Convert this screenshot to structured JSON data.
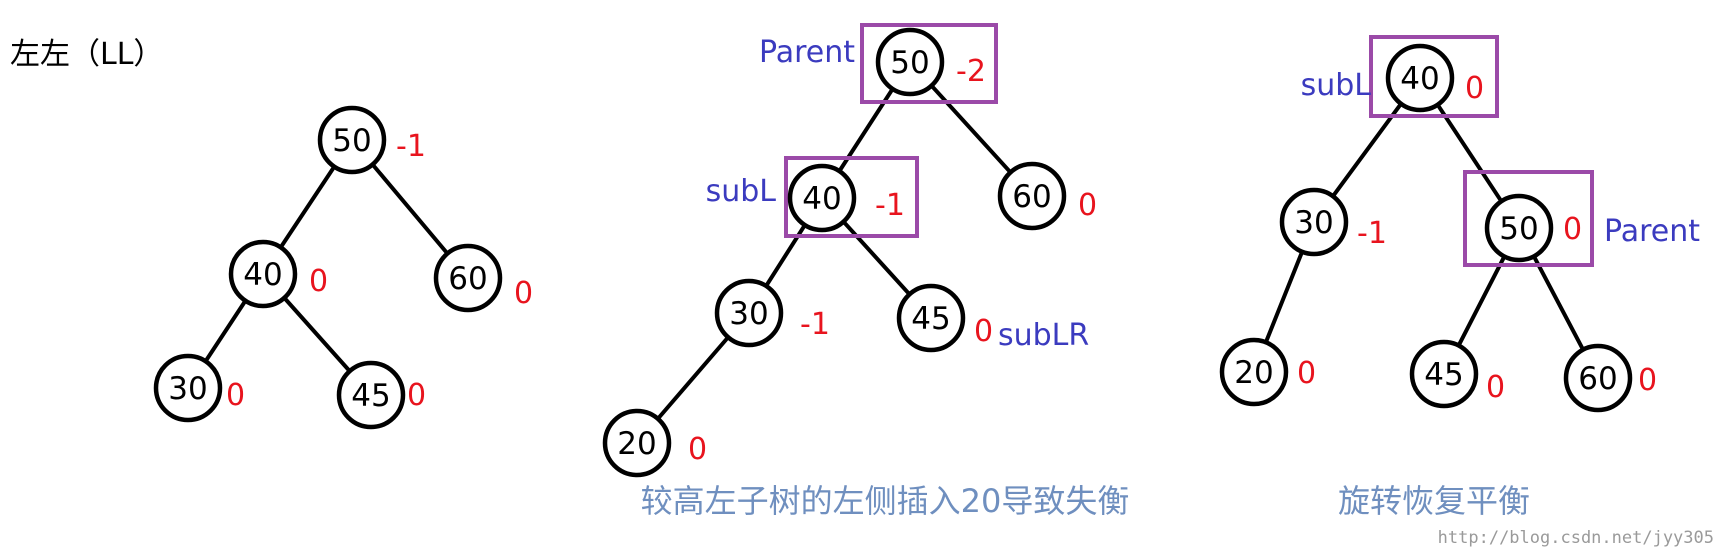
{
  "title": "左左（LL）",
  "colors": {
    "balance_factor": "#e8141e",
    "pointer_tag": "#3b3bbf",
    "highlight_box": "#9b4aa8",
    "caption": "#6f8fbf",
    "watermark": "#9a9a9a"
  },
  "panels": [
    {
      "id": "before",
      "nodes": [
        {
          "id": "n50",
          "value": "50",
          "bf": "-1"
        },
        {
          "id": "n40",
          "value": "40",
          "bf": "0"
        },
        {
          "id": "n60",
          "value": "60",
          "bf": "0"
        },
        {
          "id": "n30",
          "value": "30",
          "bf": "0"
        },
        {
          "id": "n45",
          "value": "45",
          "bf": "0"
        }
      ],
      "edges": [
        [
          "n50",
          "n40"
        ],
        [
          "n50",
          "n60"
        ],
        [
          "n40",
          "n30"
        ],
        [
          "n40",
          "n45"
        ]
      ],
      "tags": []
    },
    {
      "id": "unbalanced",
      "caption": "较高左子树的左侧插入20导致失衡",
      "nodes": [
        {
          "id": "n50",
          "value": "50",
          "bf": "-2"
        },
        {
          "id": "n40",
          "value": "40",
          "bf": "-1"
        },
        {
          "id": "n60",
          "value": "60",
          "bf": "0"
        },
        {
          "id": "n30",
          "value": "30",
          "bf": "-1"
        },
        {
          "id": "n45",
          "value": "45",
          "bf": "0"
        },
        {
          "id": "n20",
          "value": "20",
          "bf": "0"
        }
      ],
      "edges": [
        [
          "n50",
          "n40"
        ],
        [
          "n50",
          "n60"
        ],
        [
          "n40",
          "n30"
        ],
        [
          "n40",
          "n45"
        ],
        [
          "n30",
          "n20"
        ]
      ],
      "tags": [
        {
          "id": "parent",
          "text": "Parent",
          "boxed_node": "n50"
        },
        {
          "id": "subl",
          "text": "subL",
          "boxed_node": "n40"
        },
        {
          "id": "sublr",
          "text": "subLR",
          "boxed_node": ""
        }
      ]
    },
    {
      "id": "rotated",
      "caption": "旋转恢复平衡",
      "nodes": [
        {
          "id": "n40",
          "value": "40",
          "bf": "0"
        },
        {
          "id": "n30",
          "value": "30",
          "bf": "-1"
        },
        {
          "id": "n50",
          "value": "50",
          "bf": "0"
        },
        {
          "id": "n20",
          "value": "20",
          "bf": "0"
        },
        {
          "id": "n45",
          "value": "45",
          "bf": "0"
        },
        {
          "id": "n60",
          "value": "60",
          "bf": "0"
        }
      ],
      "edges": [
        [
          "n40",
          "n30"
        ],
        [
          "n40",
          "n50"
        ],
        [
          "n30",
          "n20"
        ],
        [
          "n50",
          "n45"
        ],
        [
          "n50",
          "n60"
        ]
      ],
      "tags": [
        {
          "id": "subl",
          "text": "subL",
          "boxed_node": "n40"
        },
        {
          "id": "parent",
          "text": "Parent",
          "boxed_node": "n50"
        }
      ]
    }
  ],
  "watermark": "http://blog.csdn.net/jyy305"
}
